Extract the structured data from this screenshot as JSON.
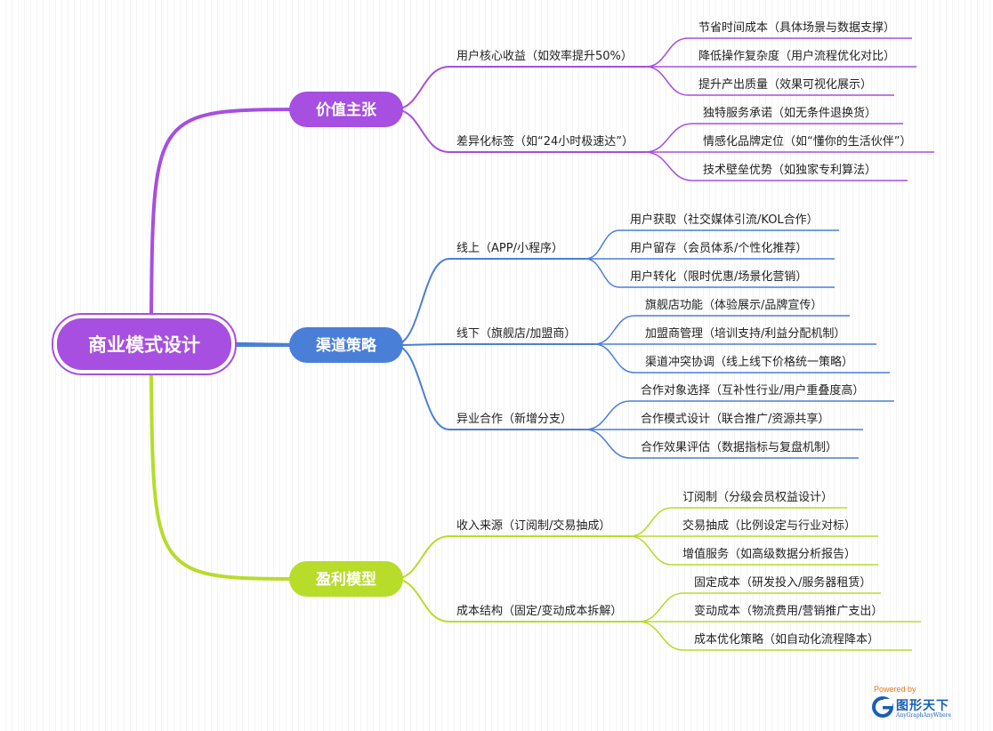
{
  "root": {
    "label": "商业模式设计",
    "color": "#a64fe0"
  },
  "branches": [
    {
      "label": "价值主张",
      "color": "#a64fe0",
      "children": [
        {
          "label": "用户核心收益（如效率提升50%）",
          "children": [
            "节省时间成本（具体场景与数据支撑）",
            "降低操作复杂度（用户流程优化对比）",
            "提升产出质量（效果可视化展示）"
          ]
        },
        {
          "label": "差异化标签（如“24小时极速达”）",
          "children": [
            "独特服务承诺（如无条件退换货）",
            "情感化品牌定位（如“懂你的生活伙伴”）",
            "技术壁垒优势（如独家专利算法）"
          ]
        }
      ]
    },
    {
      "label": "渠道策略",
      "color": "#4a7fd8",
      "children": [
        {
          "label": "线上（APP/小程序）",
          "children": [
            "用户获取（社交媒体引流/KOL合作）",
            "用户留存（会员体系/个性化推荐）",
            "用户转化（限时优惠/场景化营销）"
          ]
        },
        {
          "label": "线下（旗舰店/加盟商）",
          "children": [
            "旗舰店功能（体验展示/品牌宣传）",
            "加盟商管理（培训支持/利益分配机制）",
            "渠道冲突协调（线上线下价格统一策略）"
          ]
        },
        {
          "label": "异业合作（新增分支）",
          "children": [
            "合作对象选择（互补性行业/用户重叠度高）",
            "合作模式设计（联合推广/资源共享）",
            "合作效果评估（数据指标与复盘机制）"
          ]
        }
      ]
    },
    {
      "label": "盈利模型",
      "color": "#b7dc2a",
      "children": [
        {
          "label": "收入来源（订阅制/交易抽成）",
          "children": [
            "订阅制（分级会员权益设计）",
            "交易抽成（比例设定与行业对标）",
            "增值服务（如高级数据分析报告）"
          ]
        },
        {
          "label": "成本结构（固定/变动成本拆解）",
          "children": [
            "固定成本（研发投入/服务器租赁）",
            "变动成本（物流费用/营销推广支出）",
            "成本优化策略（如自动化流程降本）"
          ]
        }
      ]
    }
  ],
  "watermark": {
    "powered": "Powered by",
    "name": "图形天下",
    "sub": "AnyGraphAnyWhere",
    "icon": "g-logo-icon"
  }
}
